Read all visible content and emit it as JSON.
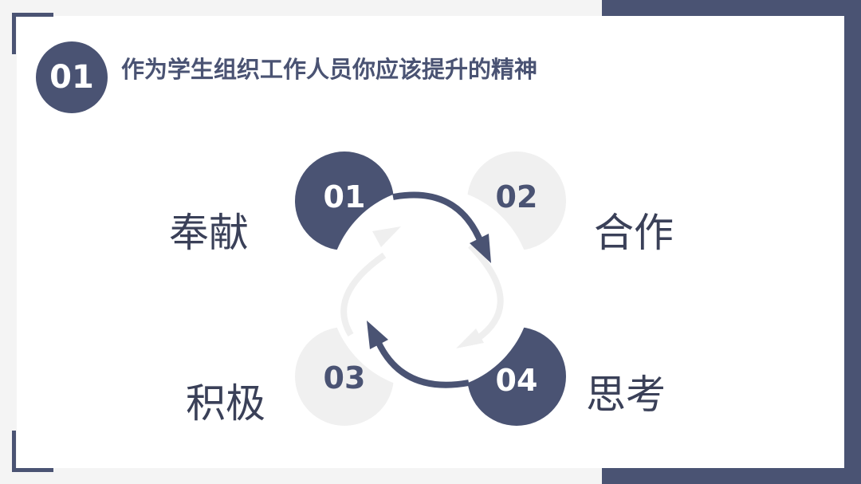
{
  "header": {
    "badge": "01",
    "title": "作为学生组织工作人员你应该提升的精神"
  },
  "steps": [
    {
      "number": "01",
      "label": "奉献"
    },
    {
      "number": "02",
      "label": "合作"
    },
    {
      "number": "03",
      "label": "积极"
    },
    {
      "number": "04",
      "label": "思考"
    }
  ],
  "colors": {
    "primary": "#4a5373",
    "light": "#f0f0f0",
    "text": "#3a4058"
  }
}
